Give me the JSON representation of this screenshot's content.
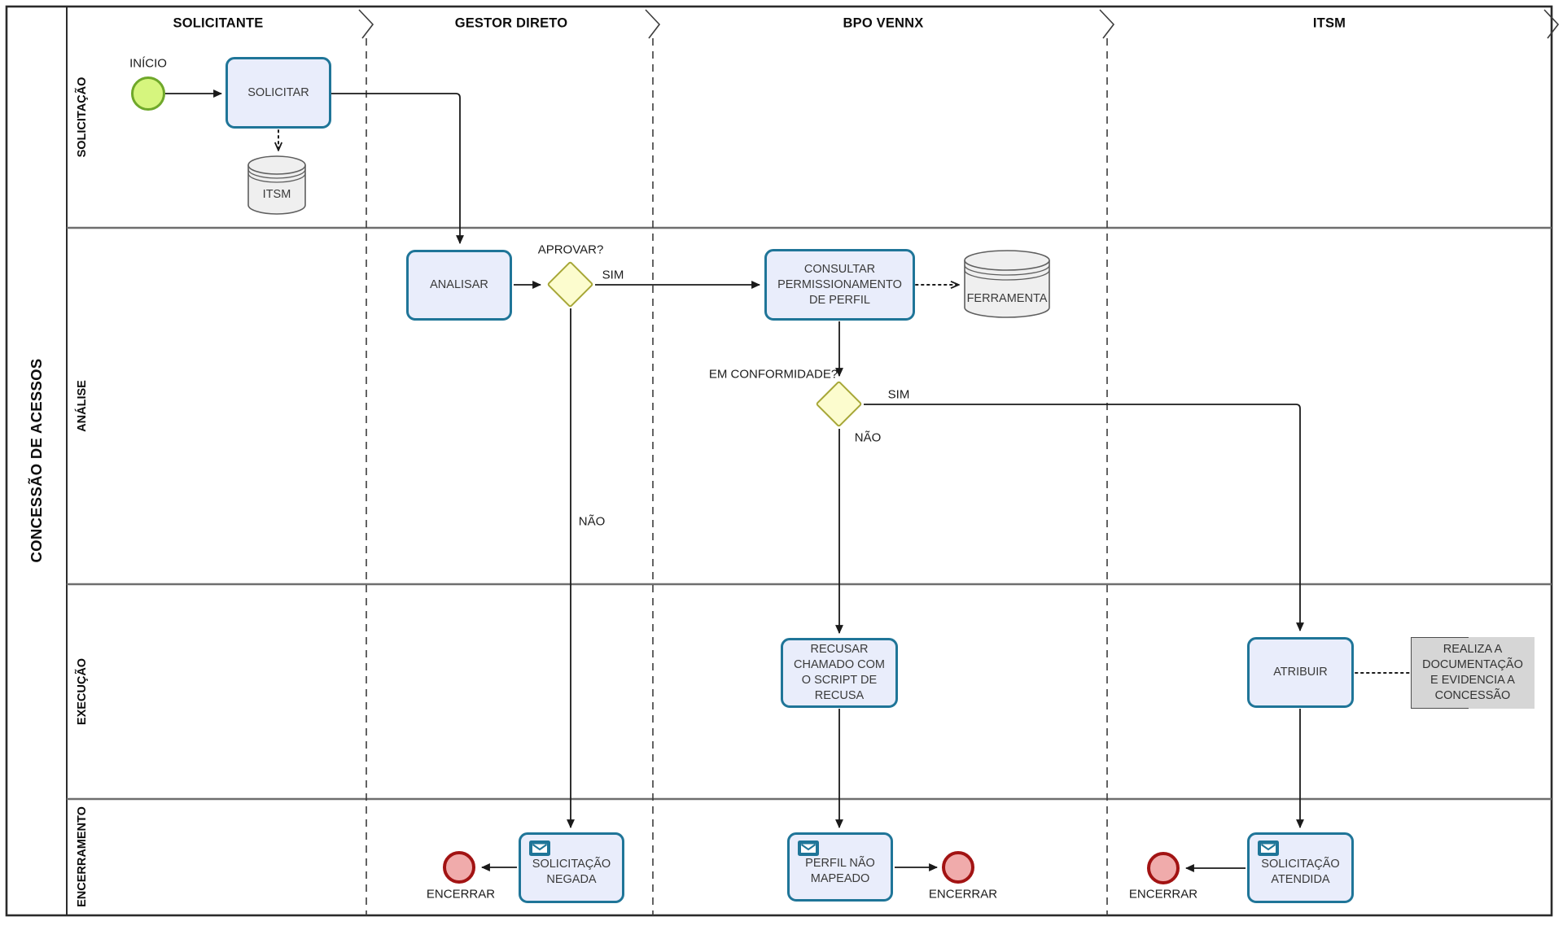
{
  "title": "CONCESSÃO DE ACESSOS",
  "pools": [
    {
      "label": "SOLICITANTE"
    },
    {
      "label": "GESTOR DIRETO"
    },
    {
      "label": "BPO VENNX"
    },
    {
      "label": "ITSM"
    }
  ],
  "lanes": [
    {
      "label": "SOLICITAÇÃO"
    },
    {
      "label": "ANÁLISE"
    },
    {
      "label": "EXECUÇÃO"
    },
    {
      "label": "ENCERRAMENTO"
    }
  ],
  "nodes": {
    "inicio": {
      "type": "start-event",
      "label": "INÍCIO"
    },
    "solicitar": {
      "type": "task",
      "label": "SOLICITAR"
    },
    "itsm_db": {
      "type": "datastore",
      "label": "ITSM"
    },
    "analisar": {
      "type": "task",
      "label": "ANALISAR"
    },
    "aprovar": {
      "type": "gateway",
      "label": "APROVAR?"
    },
    "consultar": {
      "type": "task",
      "label": "CONSULTAR\nPERMISSIONAMENTO\nDE PERFIL"
    },
    "ferramenta_db": {
      "type": "datastore",
      "label": "FERRAMENTA"
    },
    "em_conformidade": {
      "type": "gateway",
      "label": "EM\nCONFORMIDADE?"
    },
    "recusar": {
      "type": "task",
      "label": "RECUSAR\nCHAMADO COM\nO SCRIPT DE\nRECUSA"
    },
    "atribuir": {
      "type": "task",
      "label": "ATRIBUIR"
    },
    "annotation": {
      "type": "annotation",
      "label": "REALIZA A\nDOCUMENTAÇÃO\nE EVIDENCIA A\nCONCESSÃO"
    },
    "solicitacao_negada": {
      "type": "message-task",
      "label": "SOLICITAÇÃO\nNEGADA"
    },
    "perfil_nao_mapeado": {
      "type": "message-task",
      "label": "PERFIL NÃO\nMAPEADO"
    },
    "solicitacao_atendida": {
      "type": "message-task",
      "label": "SOLICITAÇÃO\nATENDIDA"
    },
    "encerrar_negada": {
      "type": "end-event",
      "label": "ENCERRAR"
    },
    "encerrar_perfil": {
      "type": "end-event",
      "label": "ENCERRAR"
    },
    "encerrar_atendida": {
      "type": "end-event",
      "label": "ENCERRAR"
    }
  },
  "edge_labels": {
    "aprovar_sim": "SIM",
    "aprovar_nao": "NÃO",
    "conformidade_sim": "SIM",
    "conformidade_nao": "NÃO"
  },
  "colors": {
    "task_fill": "#e9edfb",
    "task_border": "#1f7598",
    "gateway_fill": "#fcfcce",
    "gateway_border": "#a6a636",
    "start_fill": "#d6f57e",
    "start_border": "#6fa82a",
    "end_fill": "#f0abab",
    "end_border": "#a21313",
    "datastore_fill": "#efefef",
    "datastore_border": "#5e5e5e",
    "annotation_fill": "#d6d6d6",
    "line": "#1a1a1a",
    "grid": "#6e6e6e"
  }
}
